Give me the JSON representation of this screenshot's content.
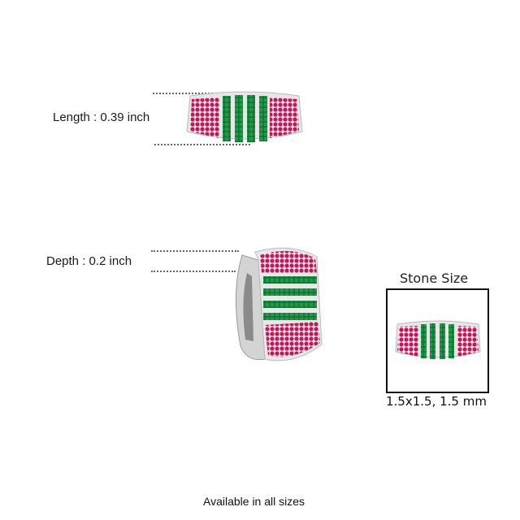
{
  "length": {
    "label": "Length : 0.39 inch"
  },
  "depth": {
    "label": "Depth : 0.2 inch"
  },
  "stone": {
    "title": "Stone Size",
    "size": "1.5x1.5, 1.5 mm"
  },
  "footer": {
    "text": "Available in all sizes"
  },
  "colors": {
    "ruby": "#c2185b",
    "emerald": "#1b8a3a",
    "metal": "#d9d9d9"
  }
}
